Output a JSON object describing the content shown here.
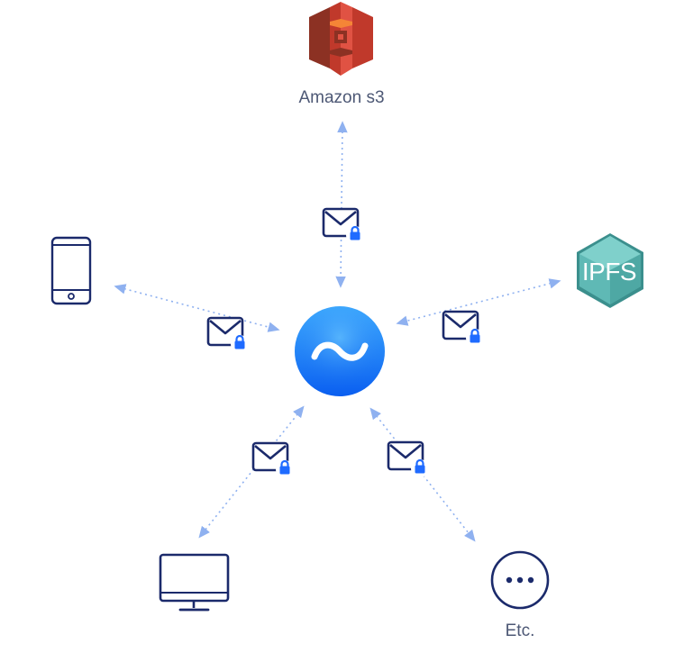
{
  "labels": {
    "amazon_s3": "Amazon s3",
    "ipfs_logo_text": "IPFS",
    "etc": "Etc."
  },
  "icons": {
    "center": "tilde-logo-icon",
    "amazon_s3": "amazon-s3-logo-icon",
    "ipfs": "ipfs-logo-icon",
    "phone": "smartphone-icon",
    "desktop": "desktop-monitor-icon",
    "etc": "more-dots-icon",
    "message": "encrypted-mail-icon"
  },
  "colors": {
    "navy": "#1b2a6b",
    "lock_blue": "#1f6bff",
    "arrow_blue": "#8fb1f0",
    "label_gray": "#4d5875",
    "center_gradient_top": "#3aa9ff",
    "center_gradient_bottom": "#0a5ef0",
    "s3_dark": "#8c3123",
    "s3_mid": "#c0392b",
    "s3_light": "#e05243",
    "ipfs_dark": "#3b8f8d",
    "ipfs_light": "#6cc5c1"
  }
}
